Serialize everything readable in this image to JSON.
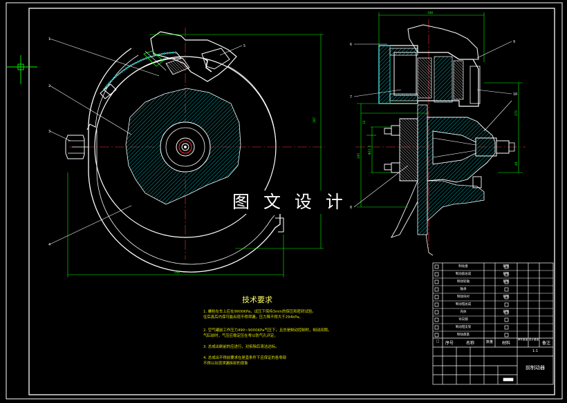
{
  "drawing": {
    "watermark": "图 文 设 计",
    "requirements_title": "技术要求",
    "requirements": [
      "1. 螺栓在车上应在9900KPa，试压下保持3min的保压和密封试验。",
      "   往后真后内保可能出现不得泄漏，压力降不得大于294kPa。",
      "2. 空气罐前工作压力490~9000KPa气压下，且总是制动控制时，制动间隙。",
      "   气缸前时，气压应稳定压在零以防气孔评定。",
      "3. 总成出刷前的应进行，对拆除后清洁达标。",
      "4. 总成出不得前要求在是直条件下应保证的各零部",
      "   不得以出现泄漏拆卸的现象"
    ],
    "title_block": {
      "header": {
        "index": "序号",
        "name": "名称",
        "qty": "数量",
        "material": "材料",
        "unit_weight": "单件重量",
        "total_weight": "总计重量",
        "note": "备注"
      },
      "drawing_name": "前制动器",
      "scale": "1:1"
    },
    "parts_list": [
      {
        "name": "制动盘",
        "material": "铸铁"
      },
      {
        "name": "制动盘总成",
        "material": "铸铁"
      },
      {
        "name": "制动轮轴",
        "material": "铸铁"
      },
      {
        "name": "轴承",
        "material": ""
      },
      {
        "name": "制动块衬",
        "material": "铸铁"
      },
      {
        "name": "制动钳总成",
        "material": ""
      },
      {
        "name": "壳体",
        "material": "铸铁"
      },
      {
        "name": "导向销",
        "material": ""
      },
      {
        "name": "制动钳支架",
        "material": ""
      },
      {
        "name": "制动盘基",
        "material": ""
      }
    ],
    "dimensions": {
      "overall_width": "298",
      "overall_height": "287",
      "side_top": "188",
      "side_right_1": "172",
      "side_right_2": "49",
      "side_left_1": "245",
      "side_left_2": "Φ23.6",
      "side_left_3": "33"
    }
  }
}
